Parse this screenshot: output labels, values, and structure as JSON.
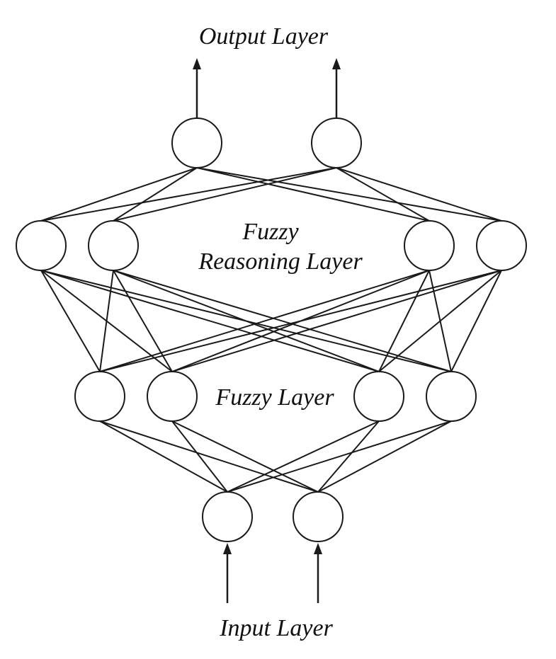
{
  "labels": {
    "output": "Output Layer",
    "reasoning_line1": "Fuzzy",
    "reasoning_line2": "Reasoning Layer",
    "fuzzy": "Fuzzy Layer",
    "input": "Input Layer"
  },
  "layers": [
    {
      "name": "input",
      "count": 2
    },
    {
      "name": "fuzzy",
      "count": 4
    },
    {
      "name": "reasoning",
      "count": 4
    },
    {
      "name": "output",
      "count": 2
    }
  ],
  "colors": {
    "line": "#1a1a1a",
    "node_fill": "#ffffff",
    "background": "#ffffff"
  }
}
